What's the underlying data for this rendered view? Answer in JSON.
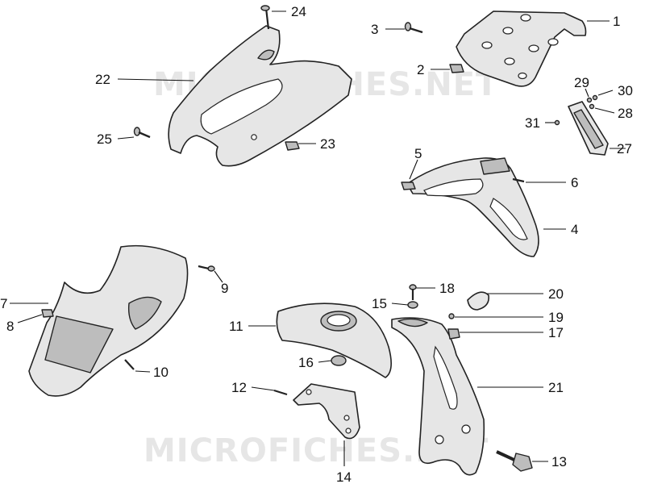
{
  "watermark": {
    "text": "MICROFICHES.NET"
  },
  "callouts": [
    {
      "id": "1",
      "label": "1"
    },
    {
      "id": "2",
      "label": "2"
    },
    {
      "id": "3",
      "label": "3"
    },
    {
      "id": "4",
      "label": "4"
    },
    {
      "id": "5",
      "label": "5"
    },
    {
      "id": "6",
      "label": "6"
    },
    {
      "id": "7",
      "label": "7"
    },
    {
      "id": "8",
      "label": "8"
    },
    {
      "id": "9",
      "label": "9"
    },
    {
      "id": "10",
      "label": "10"
    },
    {
      "id": "11",
      "label": "11"
    },
    {
      "id": "12",
      "label": "12"
    },
    {
      "id": "13",
      "label": "13"
    },
    {
      "id": "14",
      "label": "14"
    },
    {
      "id": "15",
      "label": "15"
    },
    {
      "id": "16",
      "label": "16"
    },
    {
      "id": "17",
      "label": "17"
    },
    {
      "id": "18",
      "label": "18"
    },
    {
      "id": "19",
      "label": "19"
    },
    {
      "id": "20",
      "label": "20"
    },
    {
      "id": "21",
      "label": "21"
    },
    {
      "id": "22",
      "label": "22"
    },
    {
      "id": "23",
      "label": "23"
    },
    {
      "id": "24",
      "label": "24"
    },
    {
      "id": "25",
      "label": "25"
    },
    {
      "id": "27",
      "label": "27"
    },
    {
      "id": "28",
      "label": "28"
    },
    {
      "id": "29",
      "label": "29"
    },
    {
      "id": "30",
      "label": "30"
    },
    {
      "id": "31",
      "label": "31"
    }
  ]
}
